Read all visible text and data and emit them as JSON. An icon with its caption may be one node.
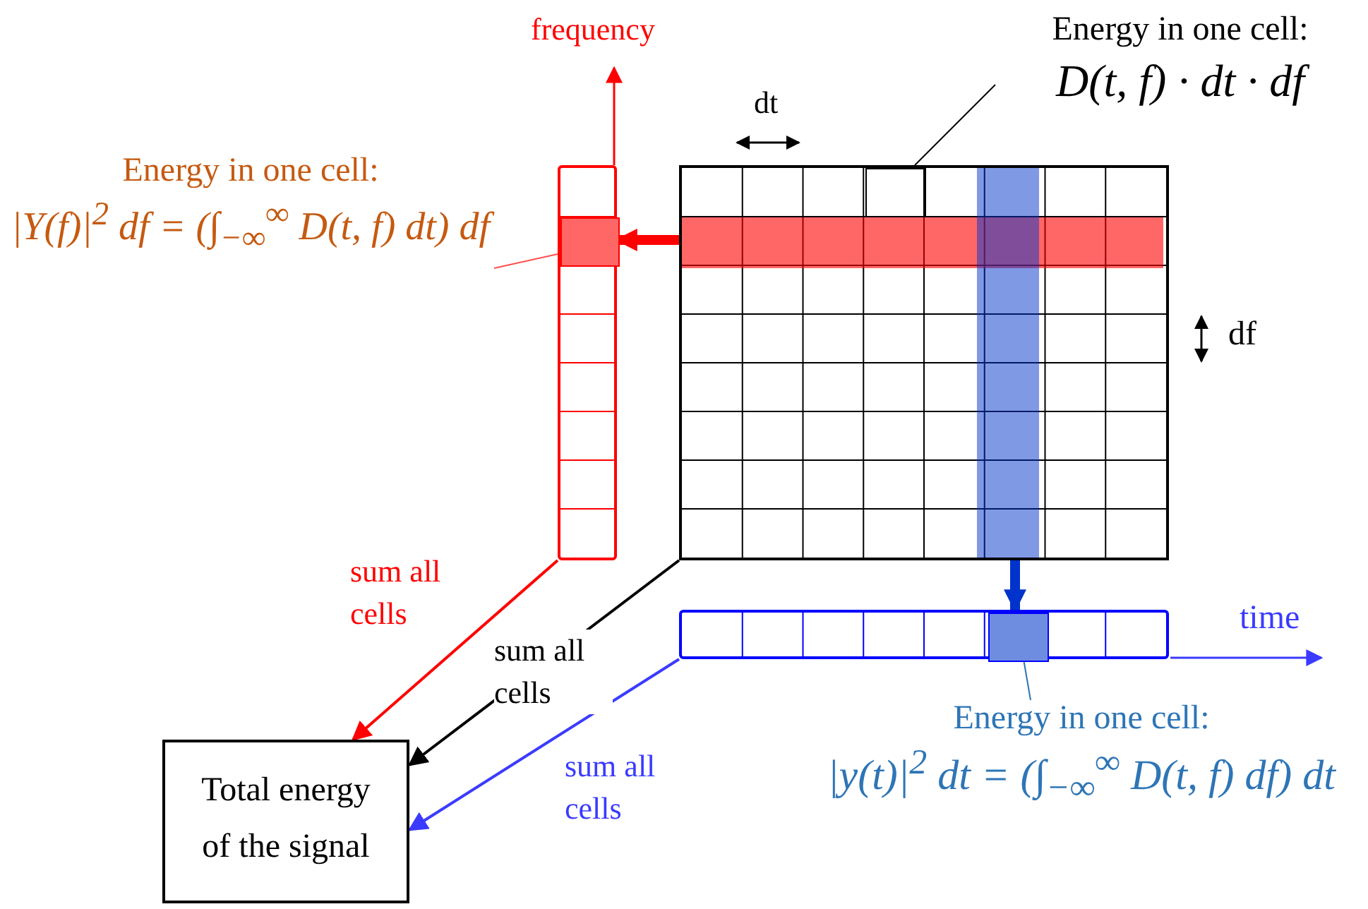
{
  "diagram": {
    "nodes": [
      {
        "text": [],
        "shape": "box"
      },
      {
        "text": [],
        "shape": "box",
        "in": 0
      },
      {
        "text": [],
        "shape": "bar"
      },
      {
        "text": [],
        "shape": "box",
        "in": 2
      },
      {
        "text": [],
        "shape": "bar"
      },
      {
        "text": [],
        "shape": "box",
        "in": 4
      },
      {
        "text": [
          "Total energy of the signal"
        ]
      },
      {
        "text": [
          "Energy in one cell:",
          "D(t, f) · dt · df"
        ]
      },
      {
        "text": [
          "Energy in one cell:",
          "|Y(f)|$^{2}$ df = (∫$_{−∞}$$^{∞}$ D(t, f) dt) df"
        ]
      },
      {
        "text": [
          "Energy in one cell:",
          "|y(t)|$^{2}$ dt = (∫$_{−∞}$$^{∞}$ D(t, f) df) dt"
        ]
      }
    ],
    "edges": [
      {
        "from": 0,
        "to": 2,
        "arrow": "to",
        "style": "thick",
        "color": "#ff0000"
      },
      {
        "from": 0,
        "to": 4,
        "arrow": "to",
        "style": "thick",
        "color": "#0033cc"
      },
      {
        "from": 7,
        "to": 1,
        "arrow": "none",
        "color": "#000000"
      },
      {
        "from": 8,
        "to": 3,
        "arrow": "none",
        "color": "#ff4d4d"
      },
      {
        "from": 9,
        "to": 5,
        "arrow": "none",
        "color": "#2e75b6"
      },
      {
        "from": 2,
        "to": 6,
        "arrow": "to",
        "label": "sum all cells",
        "color": "#ff0000"
      },
      {
        "from": 0,
        "to": 6,
        "arrow": "to",
        "label": "sum all cells",
        "color": "#000000"
      },
      {
        "from": 4,
        "to": 6,
        "arrow": "to",
        "label": "sum all cells",
        "color": "#3b3bff"
      }
    ],
    "labels": [
      "frequency",
      "dt",
      "df",
      "time"
    ]
  }
}
